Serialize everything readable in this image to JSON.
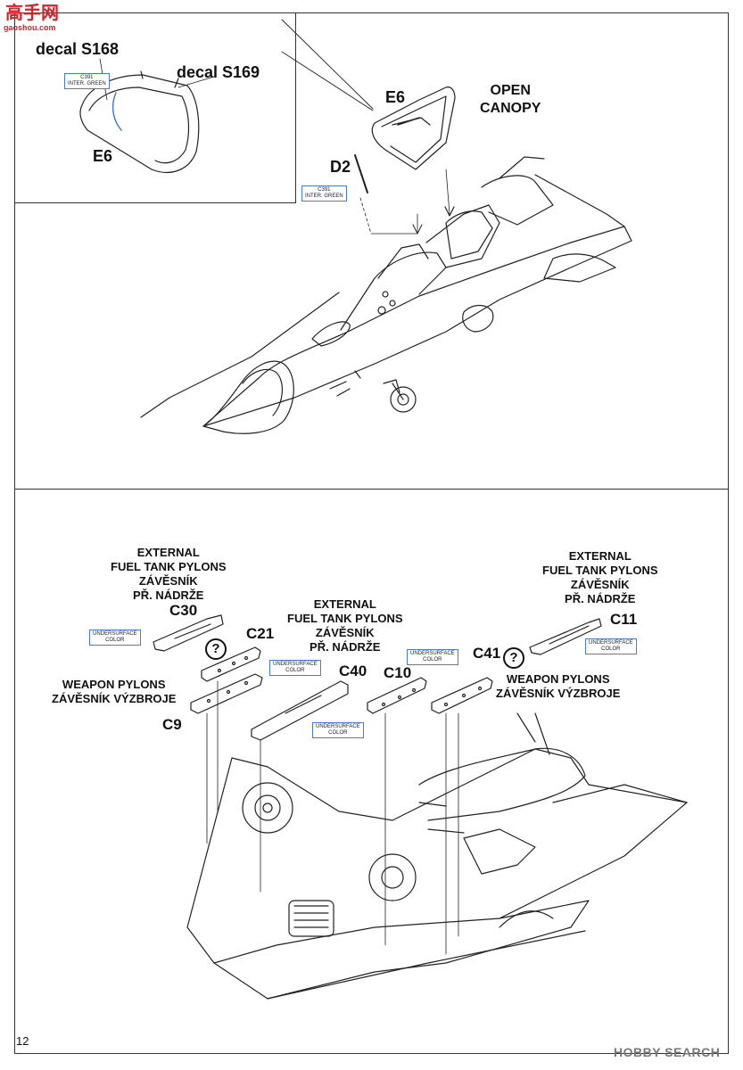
{
  "watermark_top": {
    "title": "高手网",
    "url": "gaoshou.com"
  },
  "watermark_bottom": "HOBBY SEARCH",
  "page_number": "12",
  "top_section": {
    "inset": {
      "decal_s168": "decal S168",
      "decal_s169": "decal S169",
      "part_e6": "E6",
      "color_tag": {
        "code": "C391",
        "name": "INTER. GREEN"
      }
    },
    "part_e6": "E6",
    "part_d2": "D2",
    "open_canopy": [
      "OPEN",
      "CANOPY"
    ],
    "color_tag": {
      "code": "C391",
      "name": "INTER. GREEN"
    }
  },
  "bottom_section": {
    "left_tank_pylons": [
      "EXTERNAL",
      "FUEL TANK PYLONS",
      "ZÁVĚSNÍK",
      "PŘ. NÁDRŽE"
    ],
    "center_tank_pylons": [
      "EXTERNAL",
      "FUEL TANK PYLONS",
      "ZÁVĚSNÍK",
      "PŘ. NÁDRŽE"
    ],
    "right_tank_pylons": [
      "EXTERNAL",
      "FUEL TANK PYLONS",
      "ZÁVĚSNÍK",
      "PŘ. NÁDRŽE"
    ],
    "left_weapon_pylons": [
      "WEAPON PYLONS",
      "ZÁVĚSNÍK VÝZBROJE"
    ],
    "right_weapon_pylons": [
      "WEAPON PYLONS",
      "ZÁVĚSNÍK VÝZBROJE"
    ],
    "parts": {
      "c30": "C30",
      "c21": "C21",
      "c9": "C9",
      "c40": "C40",
      "c10": "C10",
      "c41": "C41",
      "c11": "C11"
    },
    "question_mark": "?",
    "undersurface_tag": [
      "UNDERSURFACE",
      "COLOR"
    ]
  },
  "colors": {
    "accent_tag_border": "#4a7bd0",
    "watermark_red": "#d2232a"
  }
}
